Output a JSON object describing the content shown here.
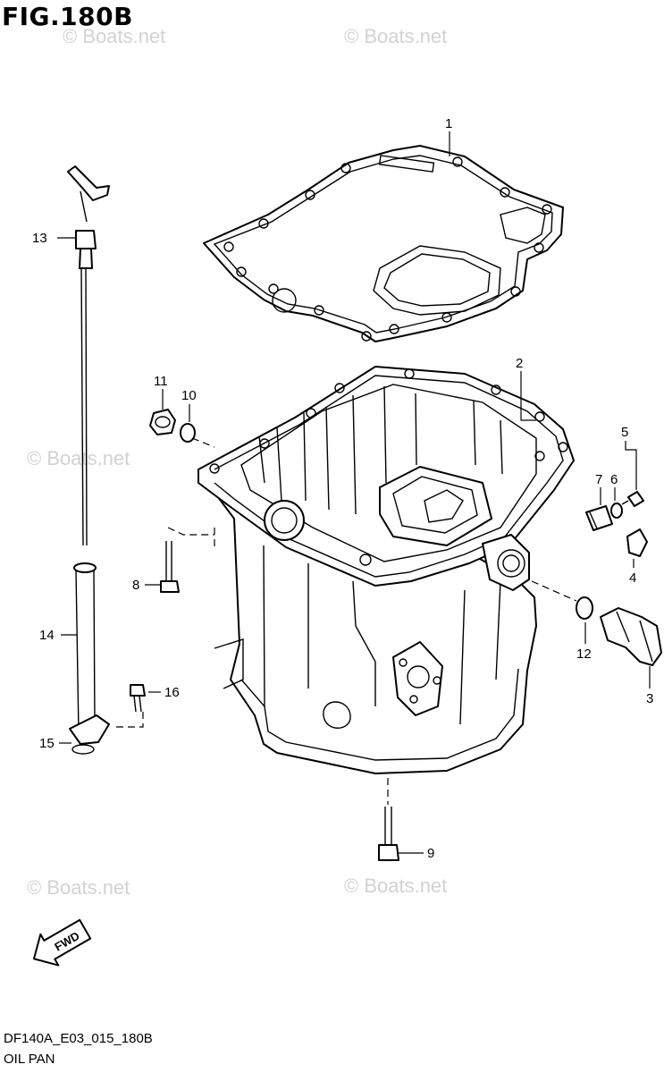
{
  "header": {
    "figure_title": "FIG.180B"
  },
  "footer": {
    "diagram_code": "DF140A_E03_015_180B",
    "diagram_name": "OIL PAN"
  },
  "watermark": {
    "text": "© Boats.net"
  },
  "fwd_arrow": {
    "label": "FWD"
  },
  "callouts": {
    "c1": "1",
    "c2": "2",
    "c3": "3",
    "c4": "4",
    "c5": "5",
    "c6": "6",
    "c7": "7",
    "c8": "8",
    "c9": "9",
    "c10": "10",
    "c11": "11",
    "c12": "12",
    "c13": "13",
    "c14": "14",
    "c15": "15",
    "c16": "16"
  }
}
